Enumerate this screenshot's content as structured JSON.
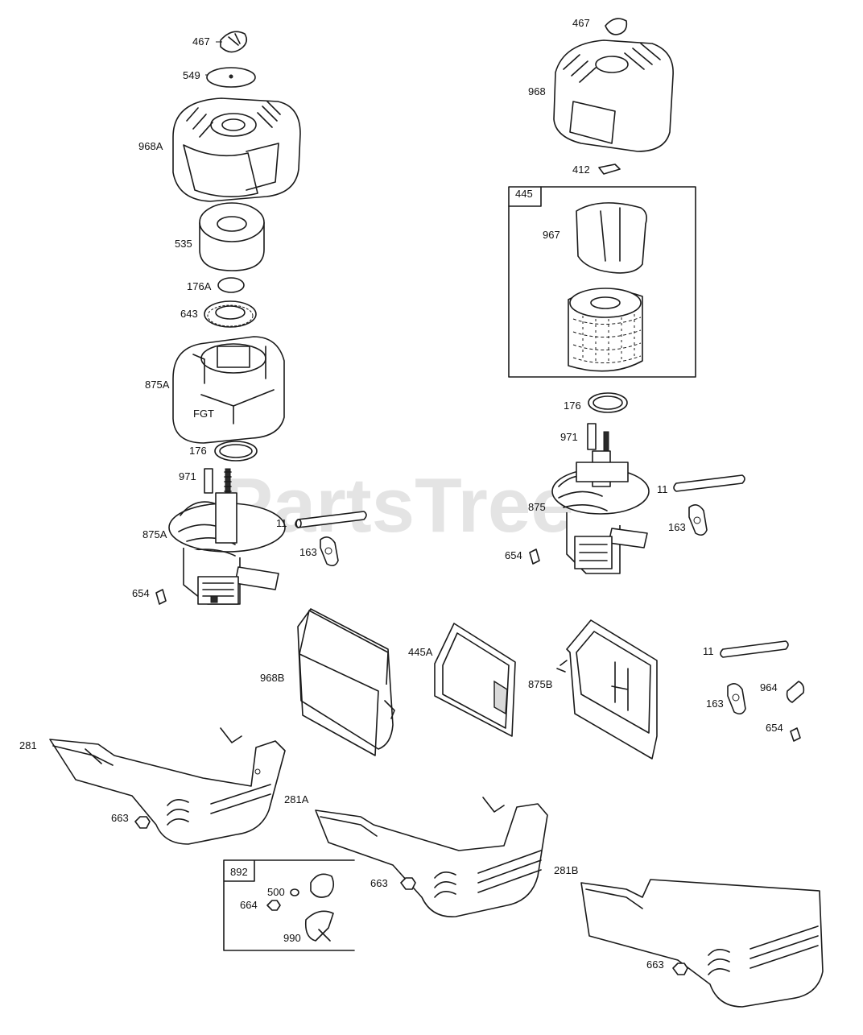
{
  "watermark": "PartsTree",
  "labels": {
    "p467_left": "467",
    "p549": "549",
    "p968A": "968A",
    "p535": "535",
    "p176A": "176A",
    "p643": "643",
    "p875A_top": "875A",
    "p176_left": "176",
    "p971_left": "971",
    "p875A_bot": "875A",
    "p11_left": "11",
    "p163_left": "163",
    "p654_left": "654",
    "p467_right": "467",
    "p968": "968",
    "p412": "412",
    "p445": "445",
    "p967": "967",
    "p176_right": "176",
    "p971_right": "971",
    "p875": "875",
    "p11_right": "11",
    "p163_right": "163",
    "p654_right": "654",
    "p968B": "968B",
    "p445A": "445A",
    "p875B": "875B",
    "p11_far": "11",
    "p163_far": "163",
    "p964": "964",
    "p654_far": "654",
    "p281": "281",
    "p663_a": "663",
    "p281A": "281A",
    "p663_b": "663",
    "p281B": "281B",
    "p663_c": "663",
    "p892": "892",
    "p500": "500",
    "p664": "664",
    "p990": "990"
  }
}
